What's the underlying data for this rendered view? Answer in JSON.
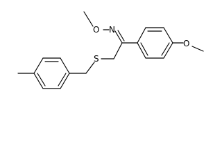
{
  "molecule": {
    "atoms": {
      "nitrogen": "N",
      "oxime_oxygen": "O",
      "methoxy_oxygen": "O",
      "sulfur": "S"
    },
    "colors": {
      "bond": "#000000",
      "label": "#000000",
      "background": "#ffffff"
    }
  }
}
